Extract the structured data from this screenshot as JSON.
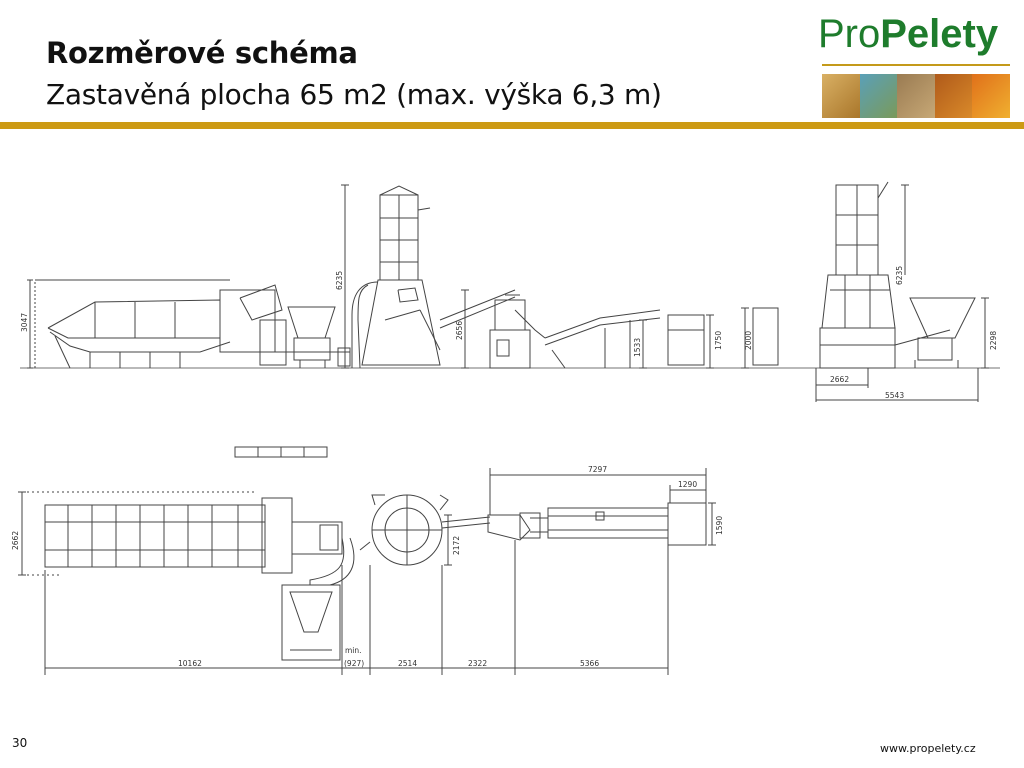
{
  "slide": {
    "title": "Rozměrové schéma",
    "subtitle": "Zastavěná plocha 65 m2 (max. výška 6,3 m)",
    "page_number": "30",
    "url": "www.propelety.cz"
  },
  "logo": {
    "part1": "Pro",
    "part2": "Pelety",
    "colors": {
      "text": "#1e7c2c",
      "line": "#c49a1a"
    }
  },
  "drawing": {
    "side_view": {
      "dim_3047": "3047",
      "dim_6235": "6235",
      "dim_2656": "2656",
      "dim_1533": "1533",
      "dim_1750": "1750",
      "dim_2000": "2000"
    },
    "end_view": {
      "dim_6235": "6235",
      "dim_2298": "2298",
      "dim_2662": "2662",
      "dim_5543": "5543"
    },
    "plan_view": {
      "dim_2662": "2662",
      "dim_7297": "7297",
      "dim_1290": "1290",
      "dim_1590": "1590",
      "dim_2172": "2172",
      "dim_10162": "10162",
      "dim_min_label": "min.",
      "dim_927": "(927)",
      "dim_2514": "2514",
      "dim_2322": "2322",
      "dim_5366": "5366"
    }
  },
  "accent_color": "#cc9a14"
}
